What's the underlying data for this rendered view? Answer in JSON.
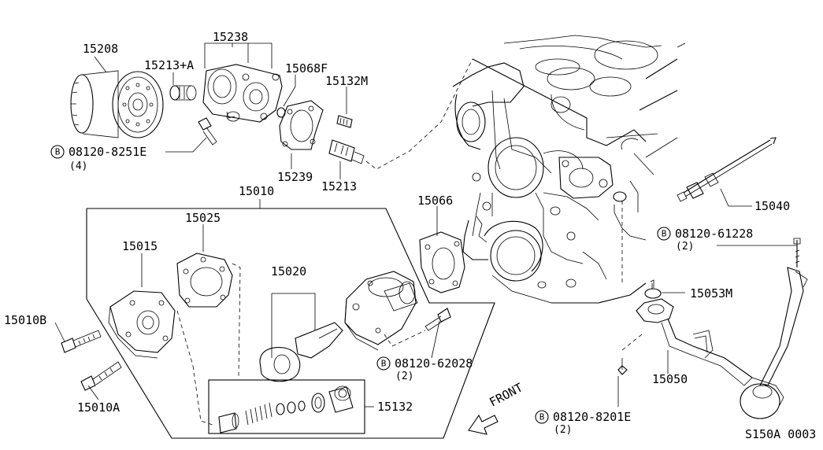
{
  "diagram": {
    "bolt_symbol": "B",
    "parts": {
      "p15208": "15208",
      "p15238": "15238",
      "p15213A": "15213+A",
      "p15068F": "15068F",
      "p15132M": "15132M",
      "p15239": "15239",
      "p15213": "15213",
      "p15010": "15010",
      "p15025": "15025",
      "p15015": "15015",
      "p15020": "15020",
      "p15010B": "15010B",
      "p15010A": "15010A",
      "p15132": "15132",
      "p15066": "15066",
      "p15040": "15040",
      "p15053M": "15053M",
      "p15050": "15050"
    },
    "bolts": {
      "b1": {
        "part": "08120-8251E",
        "qty": "(4)"
      },
      "b2": {
        "part": "08120-61228",
        "qty": "(2)"
      },
      "b3": {
        "part": "08120-62028",
        "qty": "(2)"
      },
      "b4": {
        "part": "08120-8201E",
        "qty": "(2)"
      }
    },
    "front_label": "FRONT",
    "figure_code": "S150A 0003"
  }
}
